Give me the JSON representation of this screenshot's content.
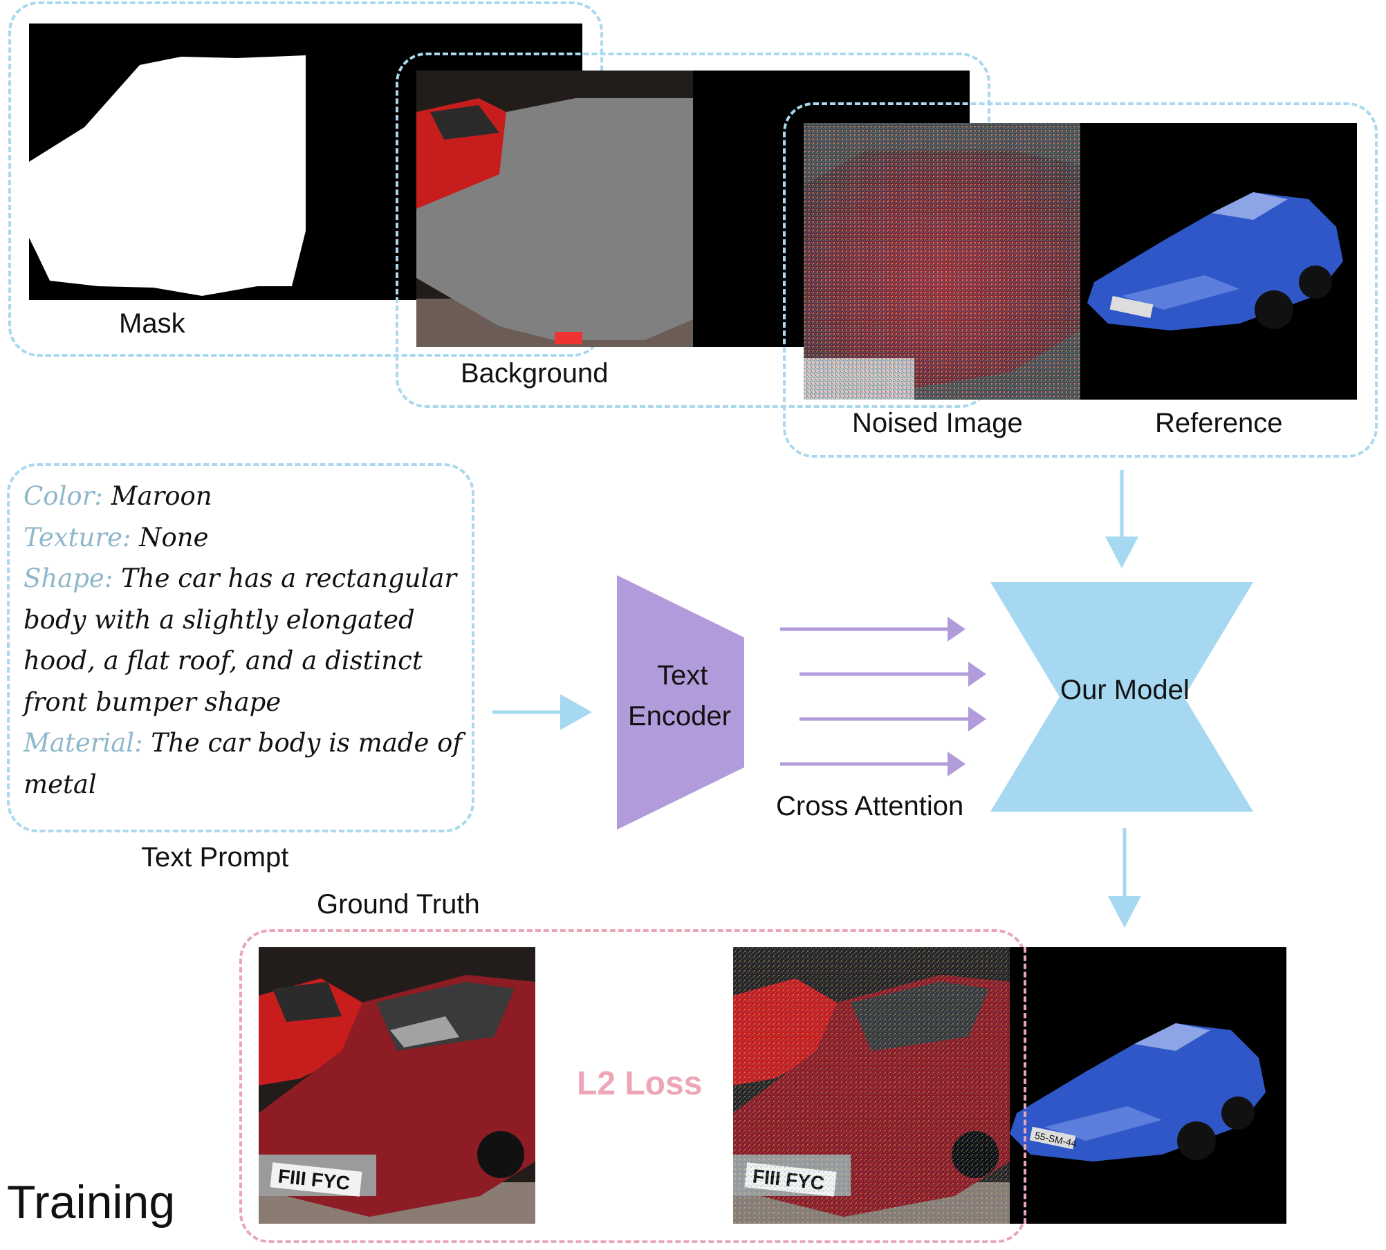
{
  "inputs": {
    "mask_label": "Mask",
    "background_label": "Background",
    "noised_label": "Noised Image",
    "reference_label": "Reference"
  },
  "text_prompt": {
    "caption": "Text Prompt",
    "lines": [
      {
        "key": "Color:",
        "value": "Maroon"
      },
      {
        "key": "Texture:",
        "value": "None"
      },
      {
        "key": "Shape:",
        "value": "The car has a rectangular body with a slightly elongated hood, a flat roof, and a distinct front bumper shape"
      },
      {
        "key": "Material:",
        "value": "The car body is made of metal"
      }
    ]
  },
  "encoder": {
    "line1": "Text",
    "line2": "Encoder"
  },
  "model": {
    "label": "Our Model"
  },
  "cross_attention": {
    "label": "Cross Attention"
  },
  "outputs": {
    "ground_truth_label": "Ground Truth",
    "loss_label": "L2 Loss"
  },
  "stage": {
    "title": "Training"
  },
  "car_plate": "FIII FYC",
  "ref_plate": "55-SM-44",
  "colors": {
    "dash_blue": "#a9d8ef",
    "dash_pink": "#e8a7b4",
    "arrow_blue": "#a6d8f2",
    "encoder_purple": "#b19bdb",
    "model_blue": "#a6d8f2",
    "loss_pink": "#eda6b6",
    "prompt_key": "#8fb7cc"
  }
}
